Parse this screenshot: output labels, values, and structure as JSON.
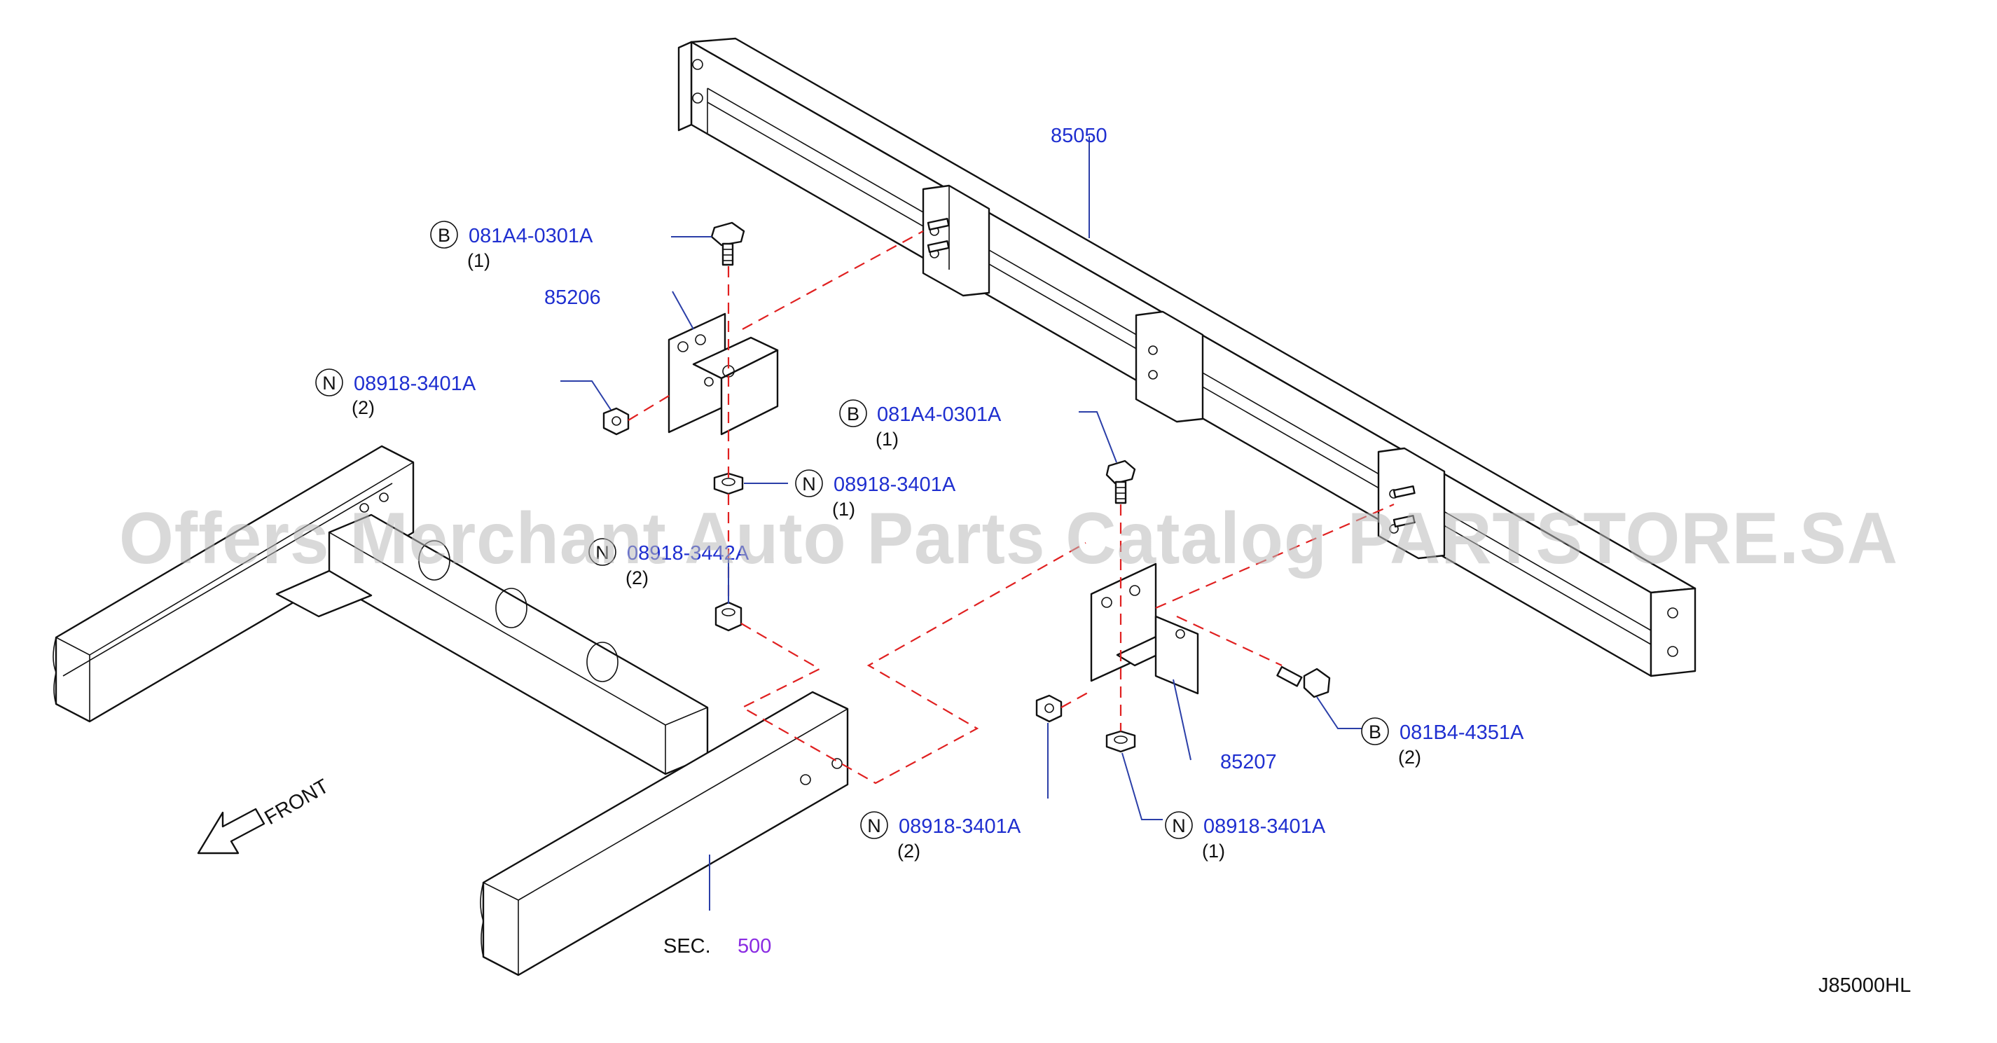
{
  "callouts": {
    "rail": {
      "part": "85050"
    },
    "bracket_left": {
      "part": "85206"
    },
    "bracket_right": {
      "part": "85207"
    },
    "bolt_top_left": {
      "symbol": "B",
      "part": "081A4-0301A",
      "qty": "(1)"
    },
    "nut_left_side": {
      "symbol": "N",
      "part": "08918-3401A",
      "qty": "(2)"
    },
    "bolt_top_mid": {
      "symbol": "B",
      "part": "081A4-0301A",
      "qty": "(1)"
    },
    "nut_left_bottom": {
      "symbol": "N",
      "part": "08918-3401A",
      "qty": "(1)"
    },
    "nut_obscured": {
      "symbol": "N",
      "part": "08918-3442A",
      "qty": "(2)"
    },
    "bolt_right": {
      "symbol": "B",
      "part": "081B4-4351A",
      "qty": "(2)"
    },
    "nut_right_lower_a": {
      "symbol": "N",
      "part": "08918-3401A",
      "qty": "(2)"
    },
    "nut_right_lower_b": {
      "symbol": "N",
      "part": "08918-3401A",
      "qty": "(1)"
    }
  },
  "section_ref": {
    "label": "SEC.",
    "number": "500"
  },
  "direction_label": "FRONT",
  "diagram_code": "J85000HL",
  "watermark": "Offers Merchant Auto Parts Catalog PARTSTORE.SA",
  "colors": {
    "part_number": "#1f2fd0",
    "section_number": "#8a2be2",
    "guide_line": "#e02020",
    "leader": "#2b3fa8"
  }
}
